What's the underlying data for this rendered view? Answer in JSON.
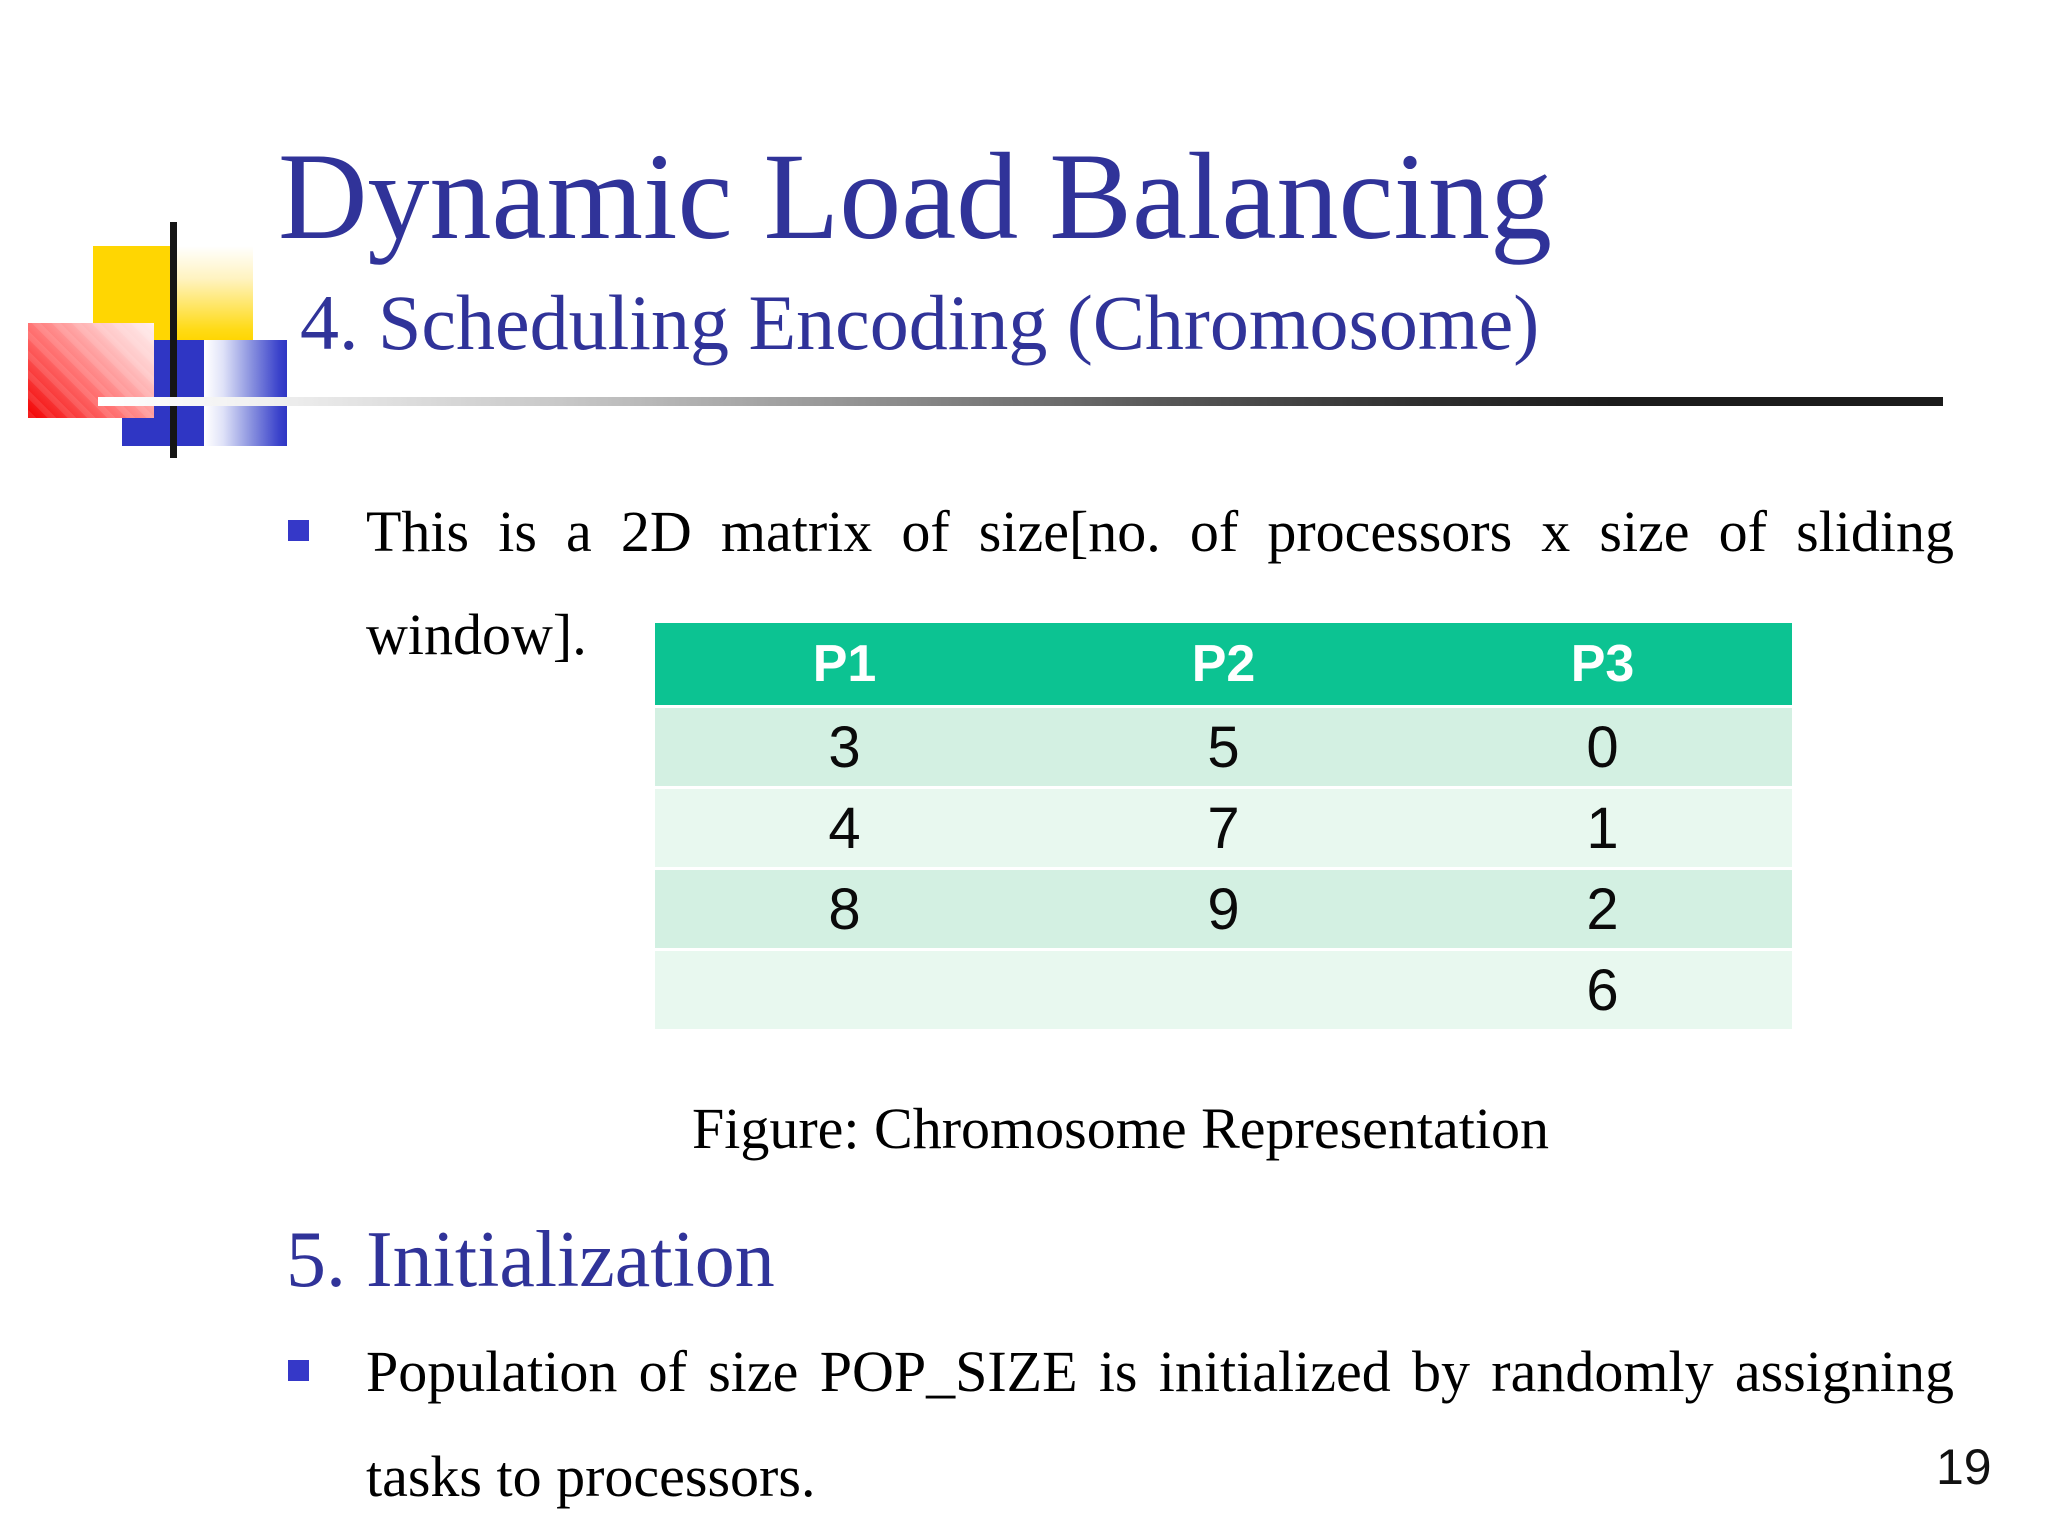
{
  "title": "Dynamic Load Balancing",
  "subtitle": "4. Scheduling Encoding (Chromosome)",
  "bullet1": {
    "line1": "This is a 2D matrix of size[no. of processors x size of sliding",
    "line2": "window]."
  },
  "table": {
    "headers": [
      "P1",
      "P2",
      "P3"
    ],
    "rows": [
      [
        "3",
        "5",
        "0"
      ],
      [
        "4",
        "7",
        "1"
      ],
      [
        "8",
        "9",
        "2"
      ],
      [
        "",
        "",
        "6"
      ]
    ]
  },
  "caption": "Figure: Chromosome Representation",
  "section_heading": "5. Initialization",
  "bullet2": {
    "line1": "Population of size POP_SIZE is initialized by randomly assigning",
    "line2": "tasks to processors."
  },
  "page_number": "19",
  "colors": {
    "title_blue": "#303399",
    "table_header_green": "#0cc392",
    "row_tint_dark": "#d3f0e2",
    "row_tint_light": "#e8f8ef",
    "bullet_blue": "#3538c8"
  }
}
